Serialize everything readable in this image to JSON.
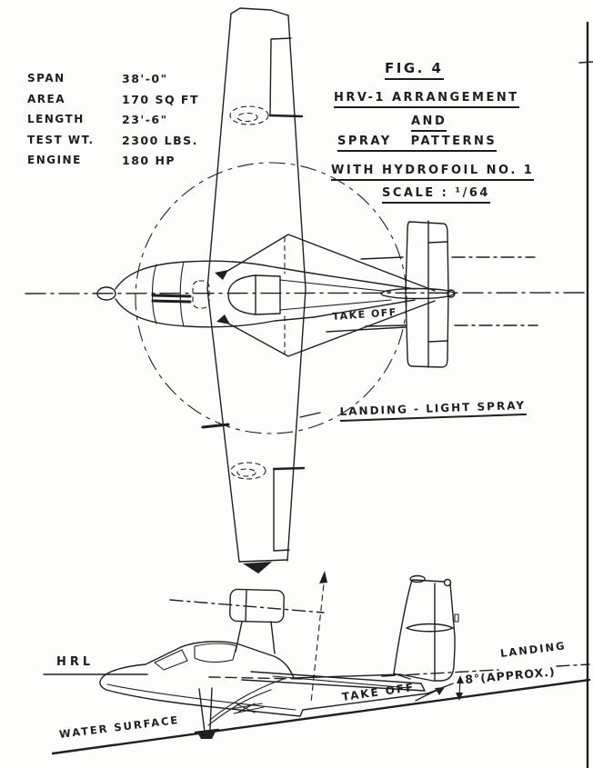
{
  "figure": {
    "fig_label": "FIG. 4",
    "title_line1": "HRV-1 ARRANGEMENT",
    "title_line2": "AND",
    "title_line3": "SPRAY PATTERNS",
    "title_line4": "WITH HYDROFOIL NO. 1",
    "scale_label": "SCALE : ¹/64"
  },
  "specs": {
    "rows": [
      {
        "label": "SPAN",
        "value": "38'-0\""
      },
      {
        "label": "AREA",
        "value": "170 SQ FT"
      },
      {
        "label": "LENGTH",
        "value": "23'-6\""
      },
      {
        "label": "TEST WT.",
        "value": "2300 LBS."
      },
      {
        "label": "ENGINE",
        "value": "180 HP"
      }
    ]
  },
  "plan_view": {
    "takeoff_label": "TAKE OFF",
    "landing_spray_label": "LANDING - LIGHT SPRAY"
  },
  "side_view": {
    "hrl_label": "HRL",
    "water_surface_label": "WATER SURFACE",
    "takeoff_label": "TAKE OFF",
    "landing_label": "LANDING",
    "angle_label": "8°(APPROX.)"
  },
  "colors": {
    "ink": "#1f1f1d",
    "paper": "#fdfdfb"
  }
}
